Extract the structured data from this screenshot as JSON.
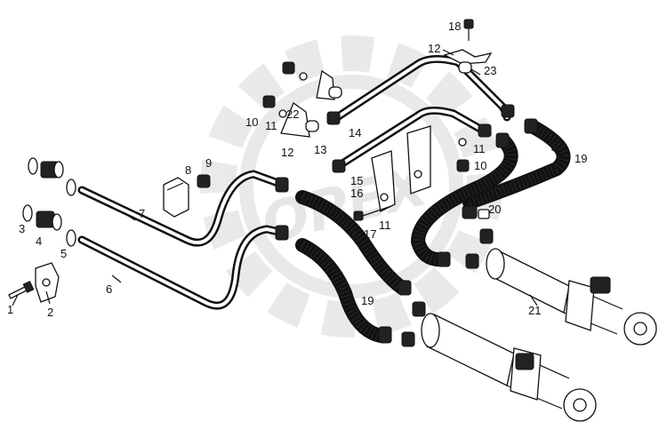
{
  "watermark": {
    "text": "OPEX"
  },
  "labels": {
    "l1": "1",
    "l2": "2",
    "l3": "3",
    "l4": "4",
    "l5": "5",
    "l6": "6",
    "l7": "7",
    "l8": "8",
    "l9": "9",
    "l10a": "10",
    "l11a": "11",
    "l22": "22",
    "l12a": "12",
    "l13": "13",
    "l14": "14",
    "l18": "18",
    "l12b": "12",
    "l23": "23",
    "l11b": "11",
    "l10b": "10",
    "l15": "15",
    "l16": "16",
    "l11c": "11",
    "l17": "17",
    "l19a": "19",
    "l19b": "19",
    "l20": "20",
    "l21": "21"
  }
}
